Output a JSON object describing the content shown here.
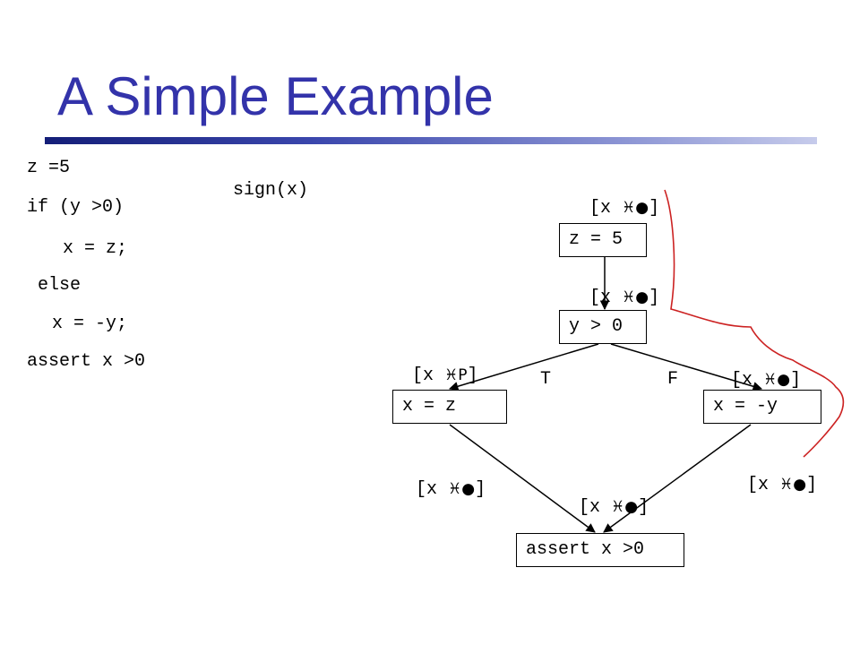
{
  "title": "A Simple Example",
  "code": [
    "z =5",
    "if (y >0)",
    "x = z;",
    "else",
    "x = -y;",
    "assert x >0"
  ],
  "function_label": "sign(x)",
  "nodes": {
    "n1": "z = 5",
    "n2": "y > 0",
    "n3": "x = z",
    "n4": "x = -y",
    "n5": "assert x >0"
  },
  "edge_labels": {
    "true": "T",
    "false": "F"
  },
  "annotations": {
    "a1": "[x ",
    "a1_sym": "♓●",
    "a1_end": "]",
    "a2": "[x ",
    "a2_sym": "♓●",
    "a2_end": "]",
    "a3": "[x ",
    "a3_sym": "♓P",
    "a3_end": "]",
    "a4": "[x ",
    "a4_sym": "♓●",
    "a4_end": "]",
    "a5": "[x ",
    "a5_sym": "♓●",
    "a5_end": "]",
    "a6": "[x ",
    "a6_sym": "♓●",
    "a6_end": "]",
    "a7": "[x ",
    "a7_sym": "♓●",
    "a7_end": "]"
  },
  "colors": {
    "title": "#3333aa",
    "annotation_path": "#cc2222"
  }
}
